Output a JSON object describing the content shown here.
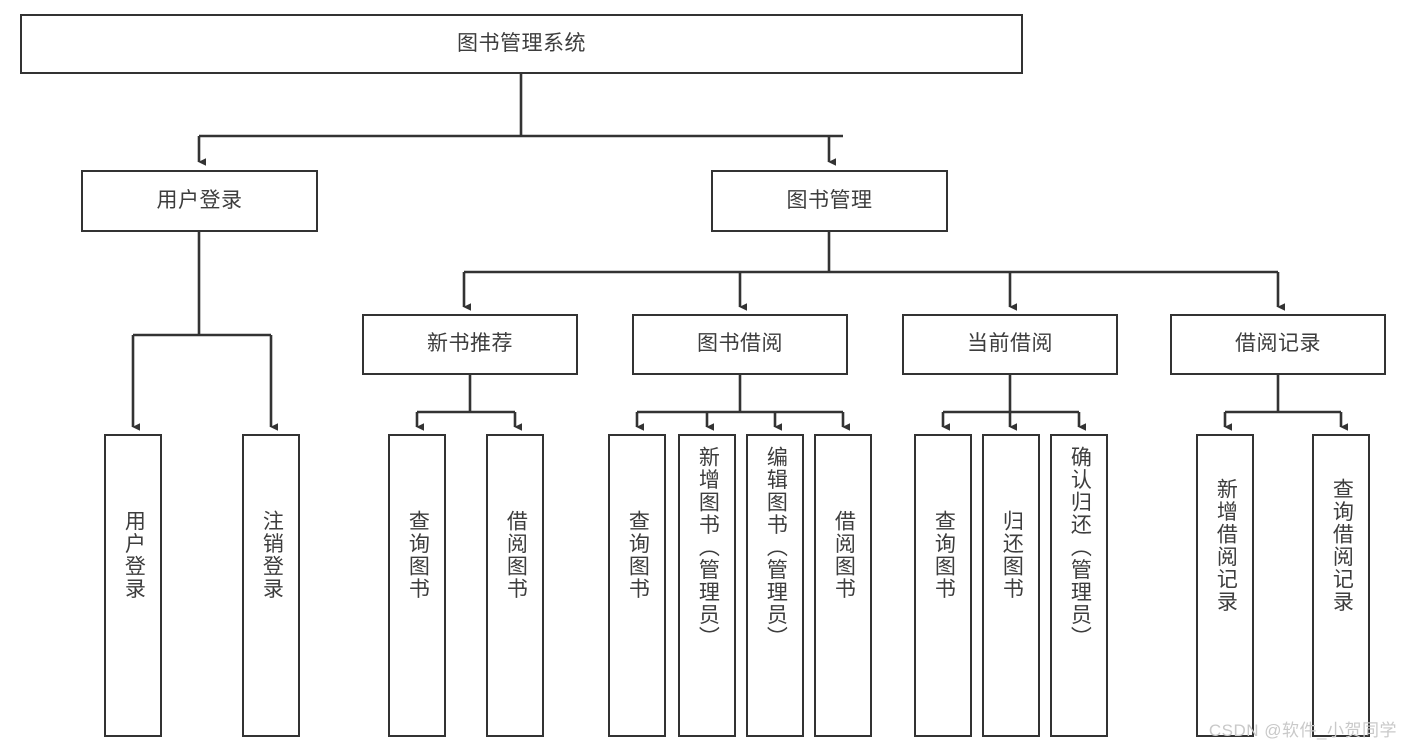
{
  "diagram": {
    "title_node": {
      "label": "图书管理系统"
    },
    "level2": [
      {
        "id": "user-login",
        "label": "用户登录"
      },
      {
        "id": "book-manage",
        "label": "图书管理"
      }
    ],
    "level3": [
      {
        "id": "new-book-recommend",
        "label": "新书推荐"
      },
      {
        "id": "book-borrow",
        "label": "图书借阅"
      },
      {
        "id": "current-borrow",
        "label": "当前借阅"
      },
      {
        "id": "borrow-record",
        "label": "借阅记录"
      }
    ],
    "leaves": [
      {
        "id": "user-login-leaf",
        "label": "用户登录",
        "parent": "user-login"
      },
      {
        "id": "logout-leaf",
        "label": "注销登录",
        "parent": "user-login"
      },
      {
        "id": "query-book-rec",
        "label": "查询图书",
        "parent": "new-book-recommend"
      },
      {
        "id": "borrow-book-rec",
        "label": "借阅图书",
        "parent": "new-book-recommend"
      },
      {
        "id": "query-book-borrow",
        "label": "查询图书",
        "parent": "book-borrow"
      },
      {
        "id": "add-book-admin",
        "label": "新增图书（管理员）",
        "parent": "book-borrow"
      },
      {
        "id": "edit-book-admin",
        "label": "编辑图书（管理员）",
        "parent": "book-borrow"
      },
      {
        "id": "borrow-book",
        "label": "借阅图书",
        "parent": "book-borrow"
      },
      {
        "id": "query-book-current",
        "label": "查询图书",
        "parent": "current-borrow"
      },
      {
        "id": "return-book",
        "label": "归还图书",
        "parent": "current-borrow"
      },
      {
        "id": "confirm-return-admin",
        "label": "确认归还（管理员）",
        "parent": "current-borrow"
      },
      {
        "id": "add-borrow-record",
        "label": "新增借阅记录",
        "parent": "borrow-record"
      },
      {
        "id": "query-borrow-record",
        "label": "查询借阅记录",
        "parent": "borrow-record"
      }
    ],
    "watermark": "CSDN @软件_小贺同学",
    "colors": {
      "stroke": "#333333",
      "text": "#3d3d3d",
      "background": "#ffffff",
      "watermark": "#c9c9c9"
    }
  }
}
